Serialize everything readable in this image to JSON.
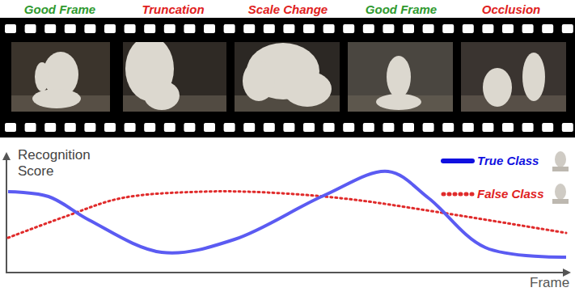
{
  "diagram": {
    "labels": [
      "Good Frame",
      "Truncation",
      "Scale Change",
      "Good Frame",
      "Occlusion",
      "Recognition Score",
      "Frame"
    ],
    "legend": [
      {
        "text": "True Class"
      },
      {
        "text": "False Class"
      }
    ]
  }
}
